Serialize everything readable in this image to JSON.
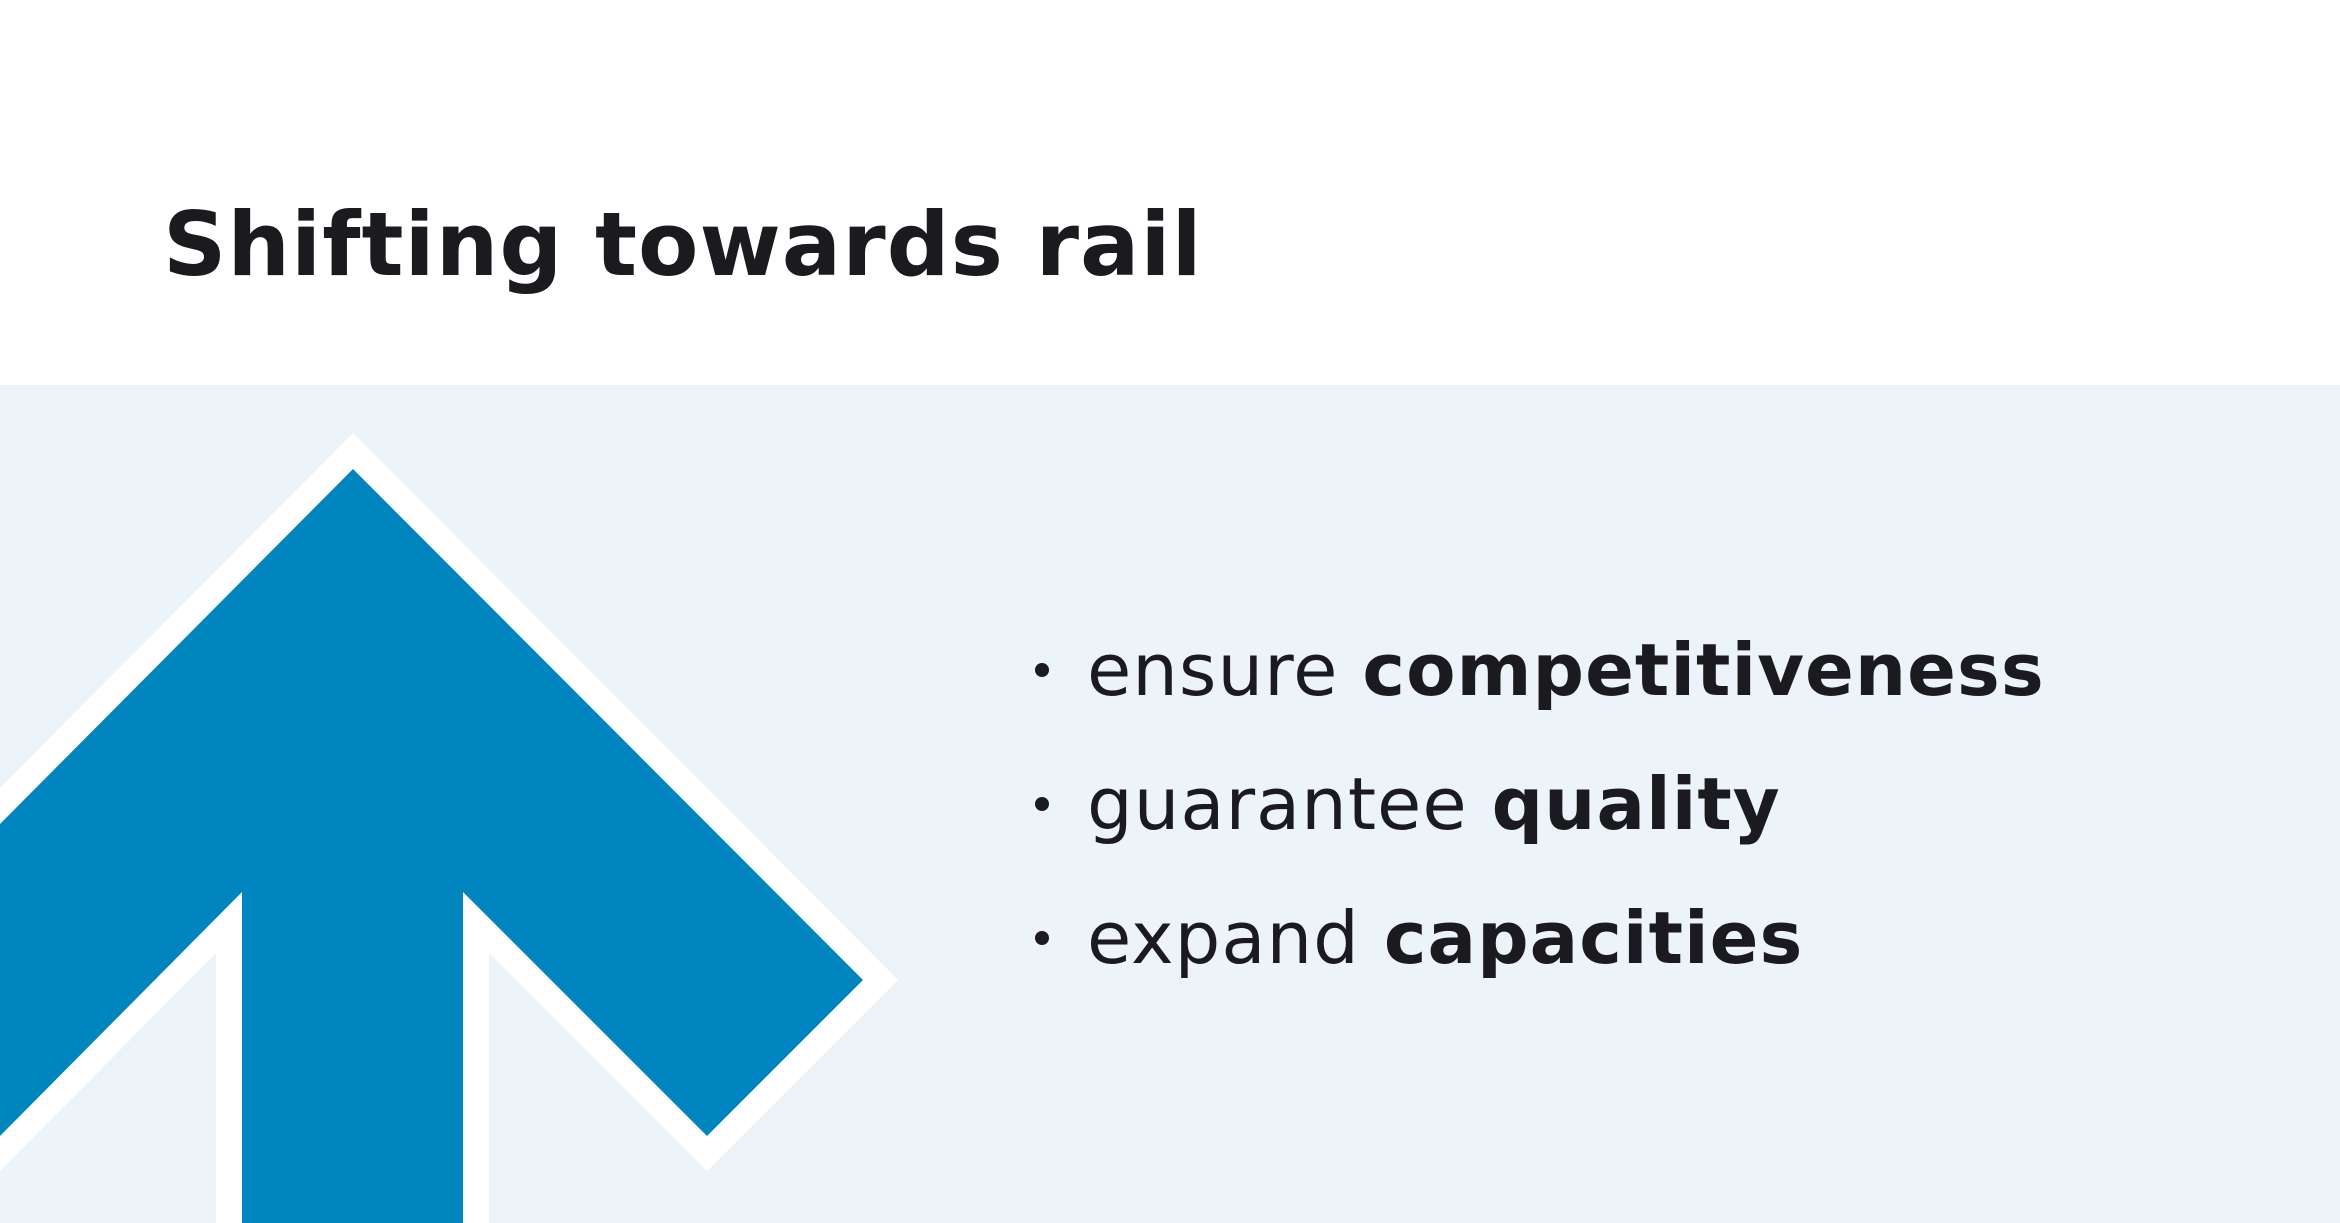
{
  "slide": {
    "title": "Shifting towards rail"
  },
  "colors": {
    "title_text": "#1b1a1f",
    "panel_background": "#ecf4f9",
    "arrow_fill": "#0085be",
    "arrow_outline": "#ffffff",
    "bullet_text": "#1b1a1f"
  },
  "graphic": {
    "icon": "up-arrow-icon"
  },
  "bullets": [
    {
      "light": "ensure",
      "bold": "competitiveness"
    },
    {
      "light": "guarantee",
      "bold": "quality"
    },
    {
      "light": "expand",
      "bold": "capacities"
    }
  ]
}
